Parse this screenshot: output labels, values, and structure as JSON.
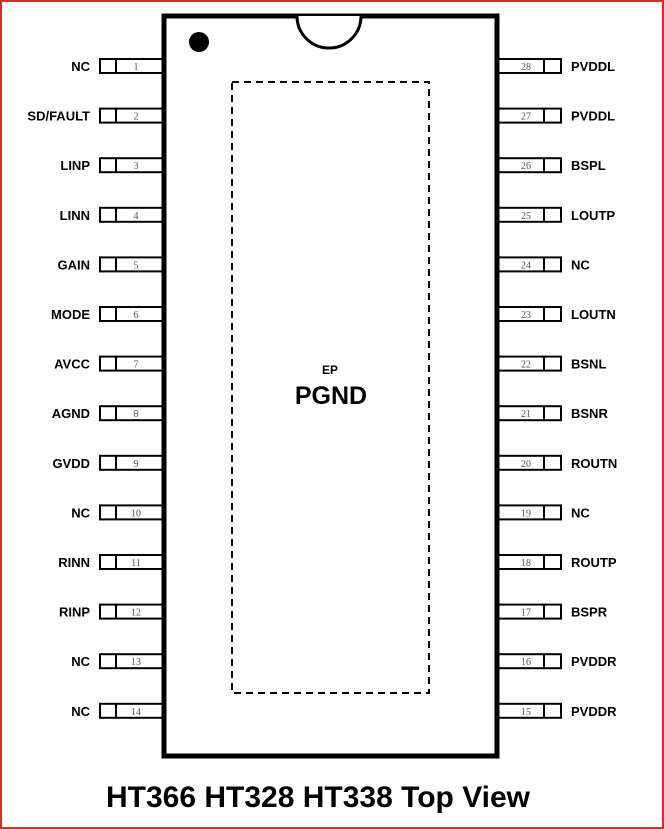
{
  "title": "HT366 HT328 HT338 Top View",
  "ep_label": "EP",
  "ep_name": "PGND",
  "left_pins": [
    {
      "num": "1",
      "name": "NC"
    },
    {
      "num": "2",
      "name": "SD/FAULT"
    },
    {
      "num": "3",
      "name": "LINP"
    },
    {
      "num": "4",
      "name": "LINN"
    },
    {
      "num": "5",
      "name": "GAIN"
    },
    {
      "num": "6",
      "name": "MODE"
    },
    {
      "num": "7",
      "name": "AVCC"
    },
    {
      "num": "8",
      "name": "AGND"
    },
    {
      "num": "9",
      "name": "GVDD"
    },
    {
      "num": "10",
      "name": "NC"
    },
    {
      "num": "11",
      "name": "RINN"
    },
    {
      "num": "12",
      "name": "RINP"
    },
    {
      "num": "13",
      "name": "NC"
    },
    {
      "num": "14",
      "name": "NC"
    }
  ],
  "right_pins": [
    {
      "num": "28",
      "name": "PVDDL"
    },
    {
      "num": "27",
      "name": "PVDDL"
    },
    {
      "num": "26",
      "name": "BSPL"
    },
    {
      "num": "25",
      "name": "LOUTP"
    },
    {
      "num": "24",
      "name": "NC"
    },
    {
      "num": "23",
      "name": "LOUTN"
    },
    {
      "num": "22",
      "name": "BSNL"
    },
    {
      "num": "21",
      "name": "BSNR"
    },
    {
      "num": "20",
      "name": "ROUTN"
    },
    {
      "num": "19",
      "name": "NC"
    },
    {
      "num": "18",
      "name": "ROUTP"
    },
    {
      "num": "17",
      "name": "BSPR"
    },
    {
      "num": "16",
      "name": "PVDDR"
    },
    {
      "num": "15",
      "name": "PVDDR"
    }
  ],
  "colors": {
    "border": "#e8242b",
    "ink": "#000000"
  }
}
